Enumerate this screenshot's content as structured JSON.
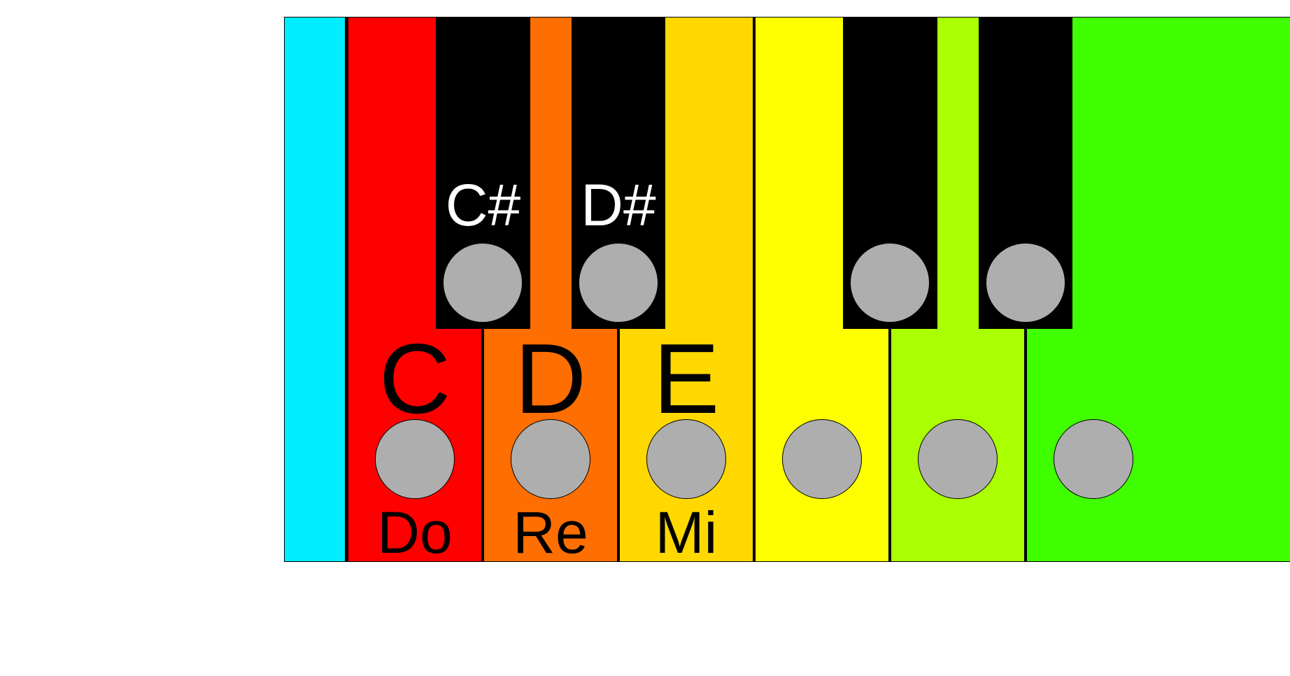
{
  "colors": {
    "cyan": "#00eeff",
    "red": "#ff0000",
    "orange": "#ff6e00",
    "gold": "#ffd800",
    "yellow": "#ffff00",
    "yellow_green": "#aaff00",
    "green": "#40ff00",
    "black": "#000000",
    "dot": "#aeaeae"
  },
  "labels": {
    "c_note": "C",
    "d_note": "D",
    "e_note": "E",
    "c_sharp": "C#",
    "d_sharp": "D#",
    "do": "Do",
    "re": "Re",
    "mi": "Mi"
  }
}
